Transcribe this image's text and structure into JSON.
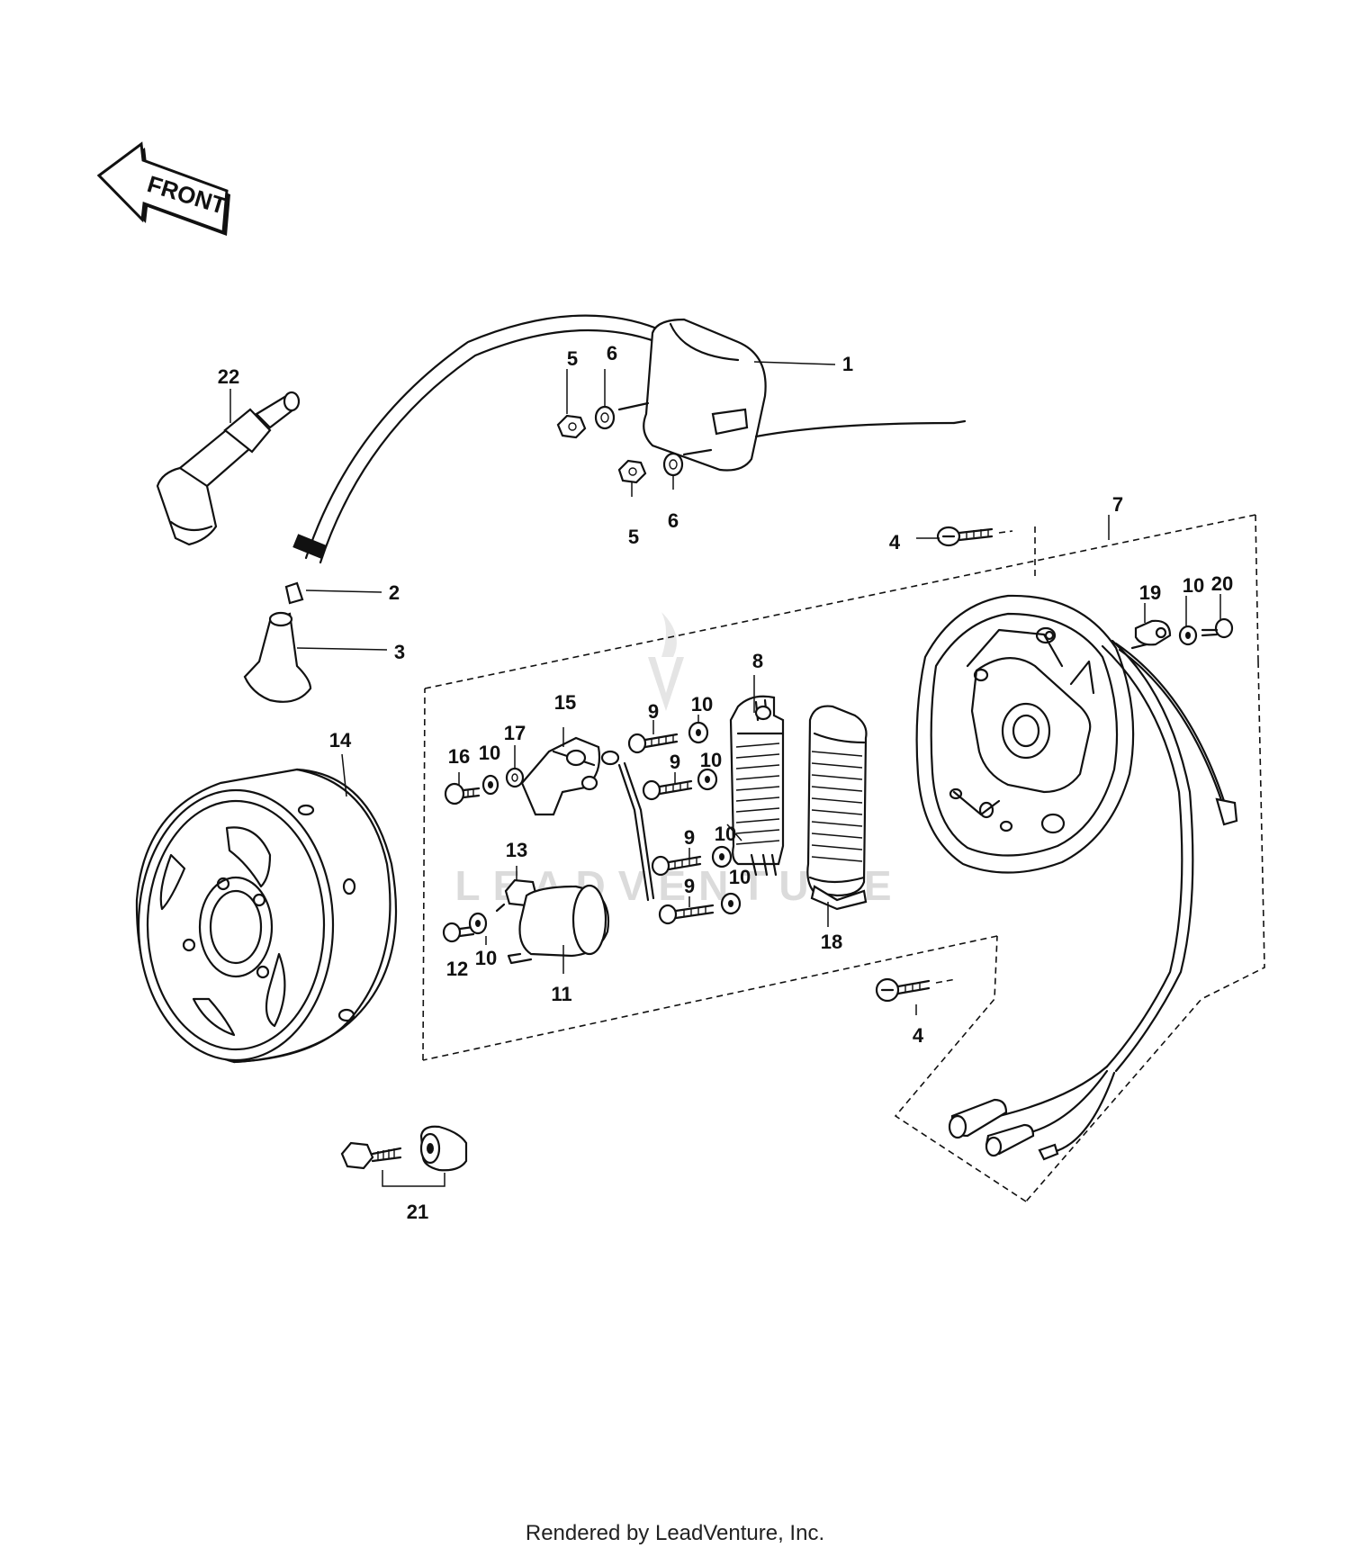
{
  "direction_badge": {
    "label": "FRONT"
  },
  "watermark": {
    "text": "LEADVENTURE"
  },
  "callouts": [
    {
      "id": "c1",
      "label": "1"
    },
    {
      "id": "c2",
      "label": "2"
    },
    {
      "id": "c3",
      "label": "3"
    },
    {
      "id": "c4a",
      "label": "4"
    },
    {
      "id": "c4b",
      "label": "4"
    },
    {
      "id": "c5a",
      "label": "5"
    },
    {
      "id": "c5b",
      "label": "5"
    },
    {
      "id": "c6a",
      "label": "6"
    },
    {
      "id": "c6b",
      "label": "6"
    },
    {
      "id": "c7",
      "label": "7"
    },
    {
      "id": "c8",
      "label": "8"
    },
    {
      "id": "c9a",
      "label": "9"
    },
    {
      "id": "c9b",
      "label": "9"
    },
    {
      "id": "c9c",
      "label": "9"
    },
    {
      "id": "c9d",
      "label": "9"
    },
    {
      "id": "c10a",
      "label": "10"
    },
    {
      "id": "c10b",
      "label": "10"
    },
    {
      "id": "c10c",
      "label": "10"
    },
    {
      "id": "c10d",
      "label": "10"
    },
    {
      "id": "c10e",
      "label": "10"
    },
    {
      "id": "c10f",
      "label": "10"
    },
    {
      "id": "c10g",
      "label": "10"
    },
    {
      "id": "c11",
      "label": "11"
    },
    {
      "id": "c12",
      "label": "12"
    },
    {
      "id": "c13",
      "label": "13"
    },
    {
      "id": "c14",
      "label": "14"
    },
    {
      "id": "c15",
      "label": "15"
    },
    {
      "id": "c16",
      "label": "16"
    },
    {
      "id": "c17",
      "label": "17"
    },
    {
      "id": "c18",
      "label": "18"
    },
    {
      "id": "c19",
      "label": "19"
    },
    {
      "id": "c20",
      "label": "20"
    },
    {
      "id": "c21",
      "label": "21"
    },
    {
      "id": "c22",
      "label": "22"
    }
  ],
  "footer": {
    "credit": "Rendered by LeadVenture, Inc."
  }
}
